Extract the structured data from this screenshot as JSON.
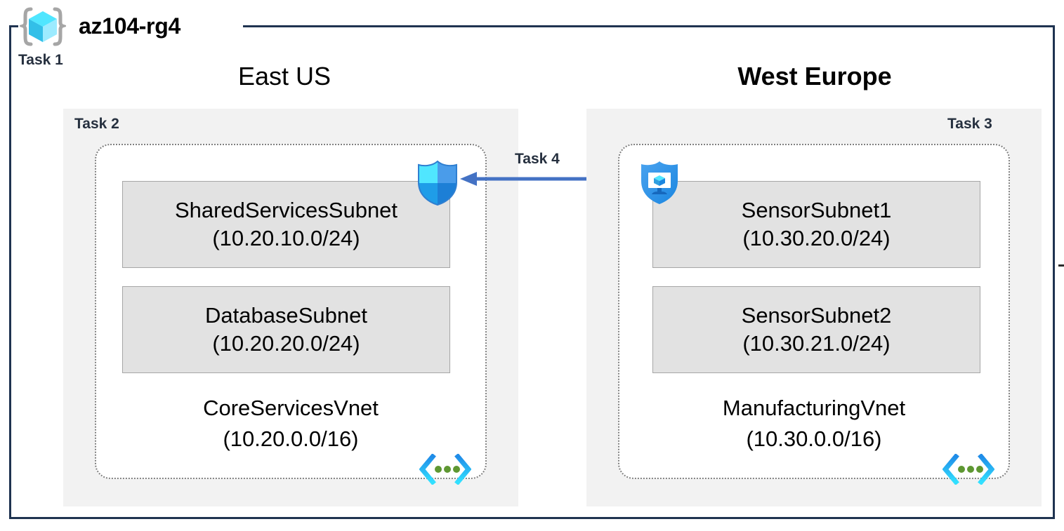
{
  "resource_group": {
    "name": "az104-rg4",
    "icon": "resource-group-cube-icon"
  },
  "tasks": {
    "task1": "Task 1",
    "task2": "Task 2",
    "task3": "Task 3",
    "task4": "Task 4"
  },
  "regions": [
    {
      "id": "east-us",
      "title": "East US",
      "task_label": "Task 2",
      "vnet": {
        "name": "CoreServicesVnet",
        "cidr": "(10.20.0.0/16)",
        "icon": "virtual-network-icon",
        "subnets": [
          {
            "name": "SharedServicesSubnet",
            "cidr": "(10.20.10.0/24)"
          },
          {
            "name": "DatabaseSubnet",
            "cidr": "(10.20.20.0/24)"
          }
        ]
      }
    },
    {
      "id": "west-europe",
      "title": "West Europe",
      "task_label": "Task 3",
      "vnet": {
        "name": "ManufacturingVnet",
        "cidr": "(10.30.0.0/16)",
        "icon": "virtual-network-icon",
        "subnets": [
          {
            "name": "SensorSubnet1",
            "cidr": "(10.30.20.0/24)"
          },
          {
            "name": "SensorSubnet2",
            "cidr": "(10.30.21.0/24)"
          }
        ]
      }
    }
  ],
  "icons": {
    "nsg": "network-security-group-shield-icon",
    "bastion": "bastion-shield-monitor-icon",
    "connection_arrow": "peering-arrow-icon"
  },
  "colors": {
    "resource_group_border": "#1f3350",
    "region_background": "#f2f2f2",
    "subnet_fill": "#e2e2e2",
    "subnet_border": "#a6a6a6",
    "vnet_border": "#808080",
    "task_label_text": "#26303f",
    "arrow": "#4472c4",
    "azure_blue": "#0078d4",
    "azure_cyan": "#50e6ff",
    "vnet_dot_green": "#5e9732"
  }
}
